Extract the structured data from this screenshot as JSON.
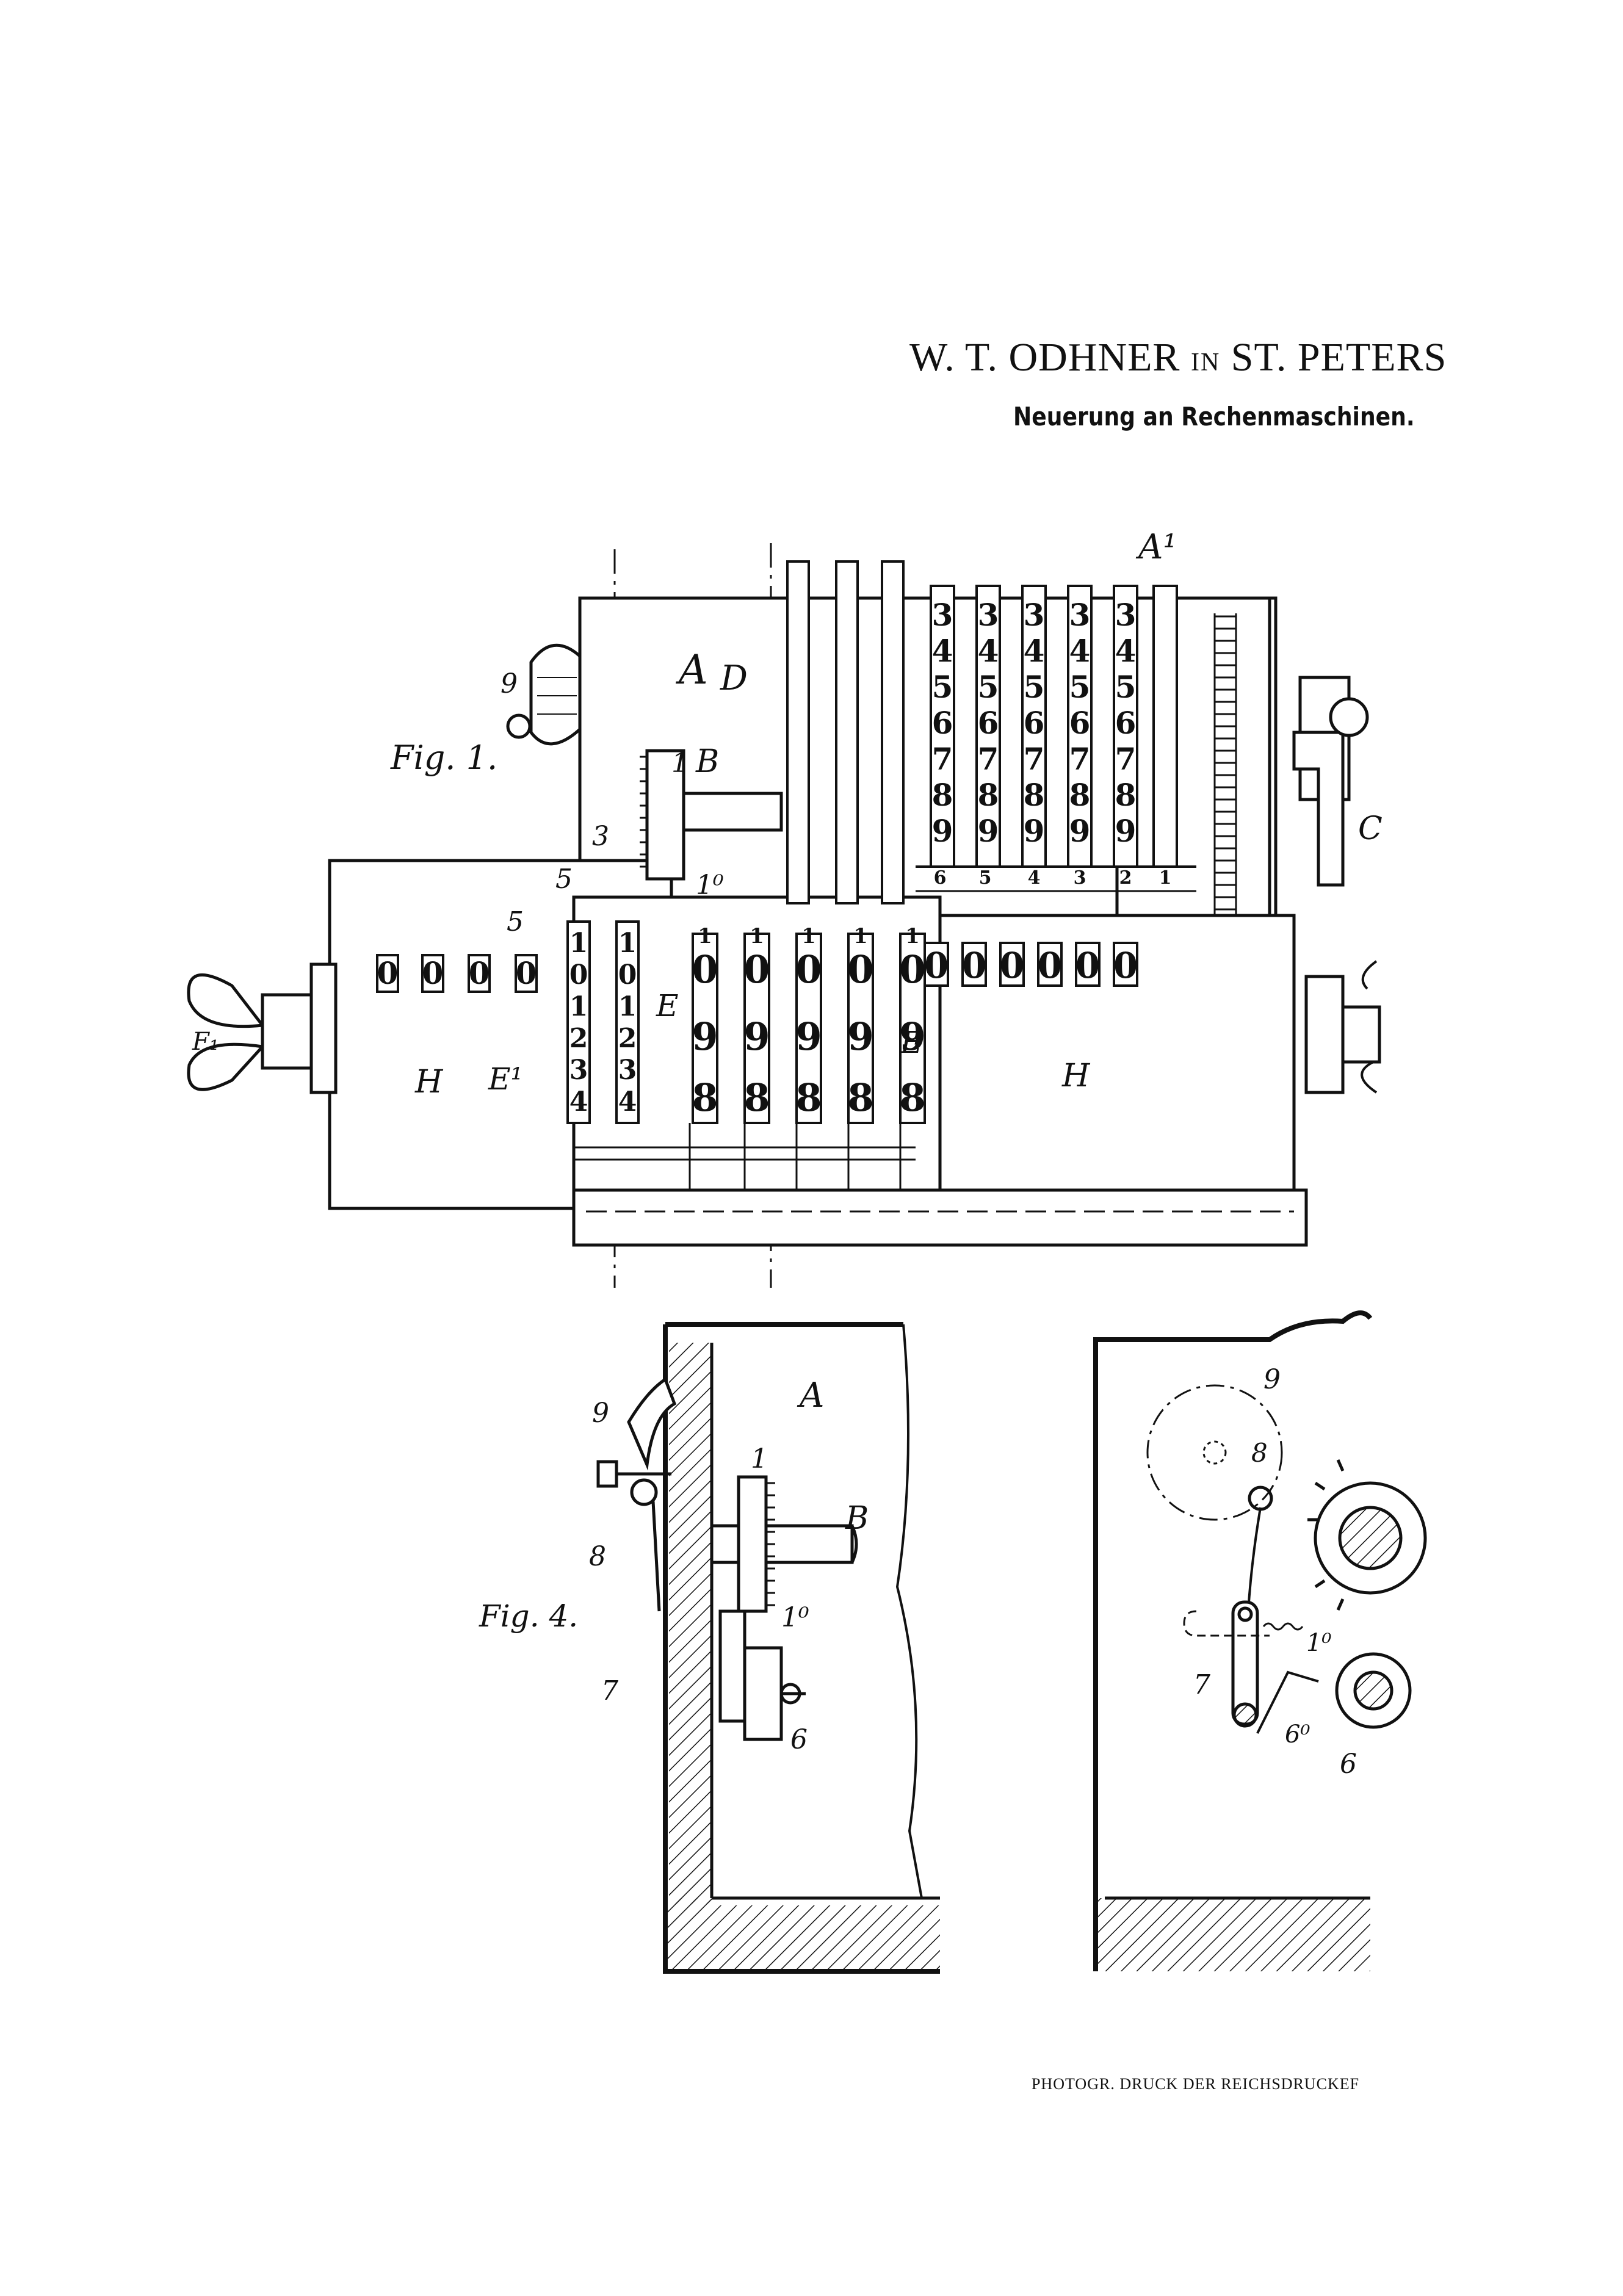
{
  "header": {
    "author_name": "W. T. ODHNER",
    "author_in": "IN",
    "author_place": "ST. PETERS",
    "title": "Neuerung an Rechenmaschinen."
  },
  "footer": {
    "imprint": "PHOTOGR. DRUCK DER REICHSDRUCKEF"
  },
  "fig1": {
    "caption": "Fig. 1.",
    "labels": {
      "A": "A",
      "D": "D",
      "A1": "A¹",
      "B": "B",
      "C": "C",
      "E": "E",
      "E1": "E¹",
      "F1": "F₁",
      "H": "H",
      "n1": "1",
      "n10": "1⁰",
      "n3": "3",
      "n5": "5",
      "n5b": "5",
      "n9": "9"
    },
    "upper_counter_digits": [
      "3",
      "4",
      "5",
      "6",
      "7",
      "8",
      "9"
    ],
    "upper_column_numbers": [
      "6",
      "5",
      "4",
      "3",
      "2",
      "1"
    ],
    "result_window_digits": [
      "0",
      "0",
      "0",
      "0",
      "0",
      "0"
    ],
    "left_window_digits": [
      "0",
      "0",
      "0",
      "0"
    ],
    "small_wheel_digits": [
      "1",
      "0",
      "1",
      "2",
      "3",
      "4"
    ],
    "setting_wheel_digits": [
      "1",
      "0",
      "9",
      "8"
    ]
  },
  "fig4": {
    "caption": "Fig. 4.",
    "labels": {
      "A": "A",
      "B": "B",
      "n1": "1",
      "n10": "1⁰",
      "n6": "6",
      "n7": "7",
      "n8": "8",
      "n9": "9"
    }
  },
  "fig5": {
    "labels": {
      "n9": "9",
      "n8": "8",
      "n7": "7",
      "n10": "1⁰",
      "n60": "6⁰",
      "n6": "6"
    }
  }
}
